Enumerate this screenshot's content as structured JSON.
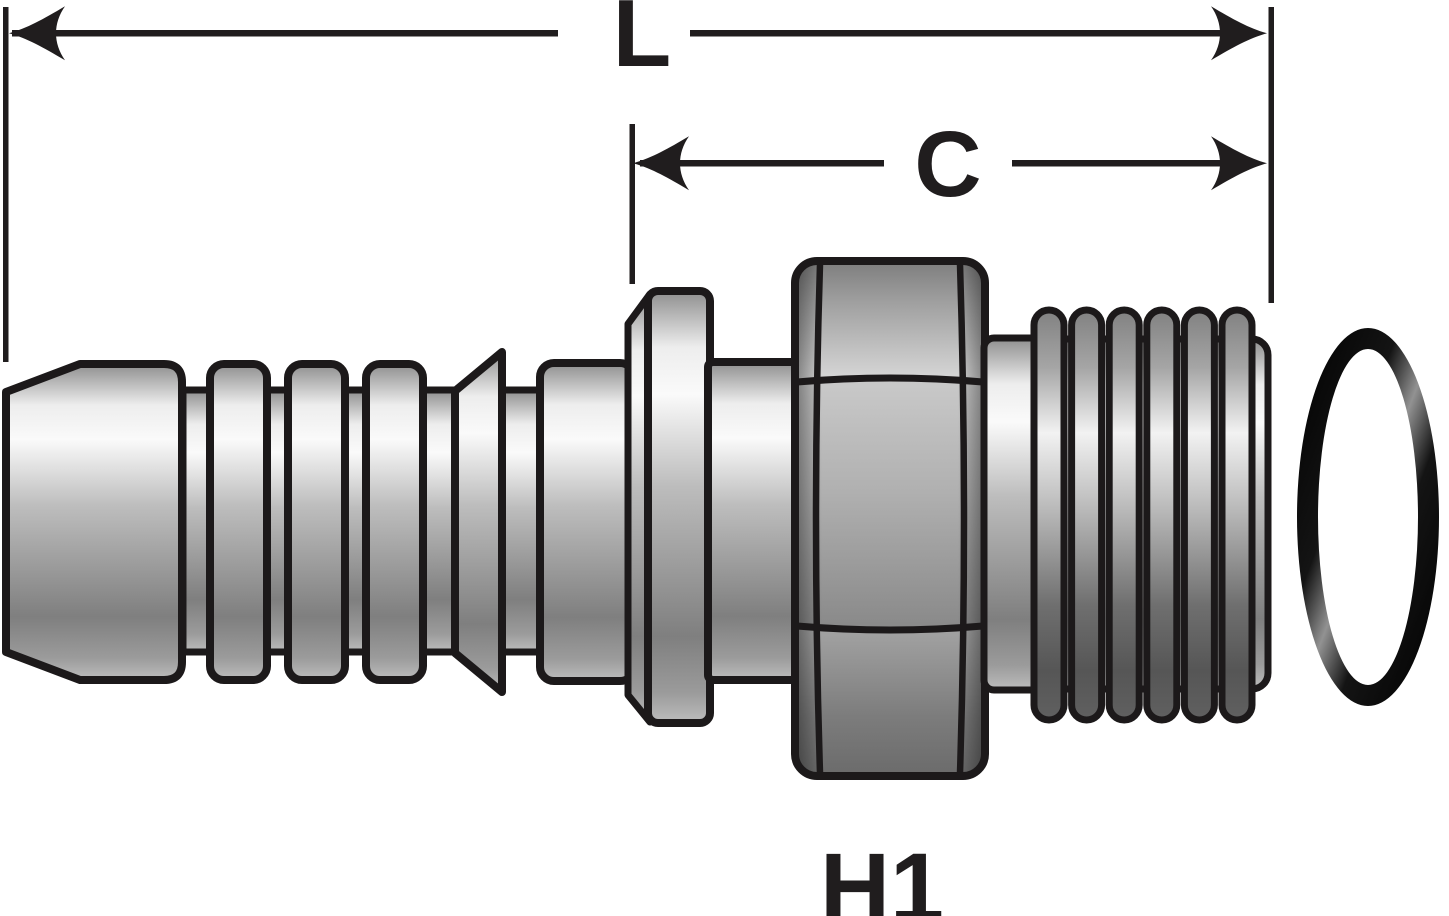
{
  "diagram": {
    "description": "Side-view line drawing of a hydraulic hose coupling: barbed hose stem, push-on flange, hex nut, male straight thread, and a separate O-ring",
    "labels": {
      "overall_length": "L",
      "cutoff_length": "C",
      "hex_style": "H1"
    },
    "colors": {
      "background": "#ffffff",
      "ink": "#201d1e",
      "metal_highlight": "#fafafa",
      "metal_midtone": "#9f9f9f",
      "metal_shadow": "#7f7f7f"
    },
    "parts": [
      "hose-barb-stem",
      "flare-cone",
      "push-on-flange",
      "hex-nut",
      "male-thread",
      "o-ring"
    ]
  }
}
